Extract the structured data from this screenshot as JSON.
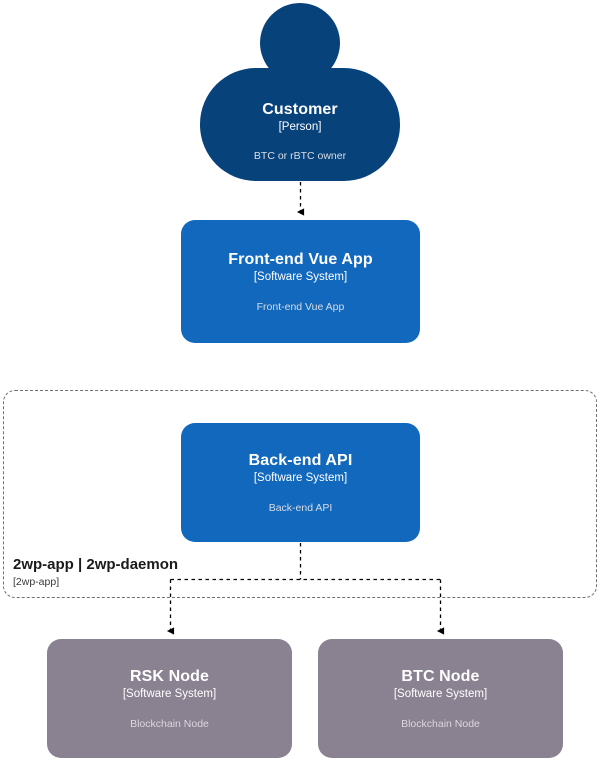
{
  "diagram": {
    "type": "C4 System Context diagram",
    "background_color": "#ffffff",
    "colors": {
      "person": "#08427b",
      "software_system": "#1168bd",
      "external_system": "#8a8191",
      "boundary_stroke": "#707070",
      "edge_stroke": "#000000"
    }
  },
  "nodes": {
    "customer": {
      "title": "Customer",
      "type": "[Person]",
      "description": "BTC or rBTC owner",
      "shape": "person",
      "color": "#08427b"
    },
    "frontend": {
      "title": "Front-end Vue App",
      "type": "[Software System]",
      "description": "Front-end Vue App",
      "shape": "rounded-box",
      "color": "#1168bd"
    },
    "backend": {
      "title": "Back-end API",
      "type": "[Software System]",
      "description": "Back-end API",
      "shape": "rounded-box",
      "color": "#1168bd"
    },
    "rsk_node": {
      "title": "RSK Node",
      "type": "[Software System]",
      "description": "Blockchain Node",
      "shape": "rounded-box",
      "color": "#8a8191"
    },
    "btc_node": {
      "title": "BTC Node",
      "type": "[Software System]",
      "description": "Blockchain Node",
      "shape": "rounded-box",
      "color": "#8a8191"
    }
  },
  "boundary": {
    "title": "2wp-app | 2wp-daemon",
    "type": "[2wp-app]",
    "style": "dashed"
  },
  "edges": [
    {
      "from": "customer",
      "to": "frontend",
      "style": "dashed",
      "arrow": "filled-triangle",
      "label": ""
    },
    {
      "from": "backend",
      "to": "rsk_node",
      "style": "dashed",
      "arrow": "filled-triangle",
      "label": ""
    },
    {
      "from": "backend",
      "to": "btc_node",
      "style": "dashed",
      "arrow": "filled-triangle",
      "label": ""
    }
  ]
}
